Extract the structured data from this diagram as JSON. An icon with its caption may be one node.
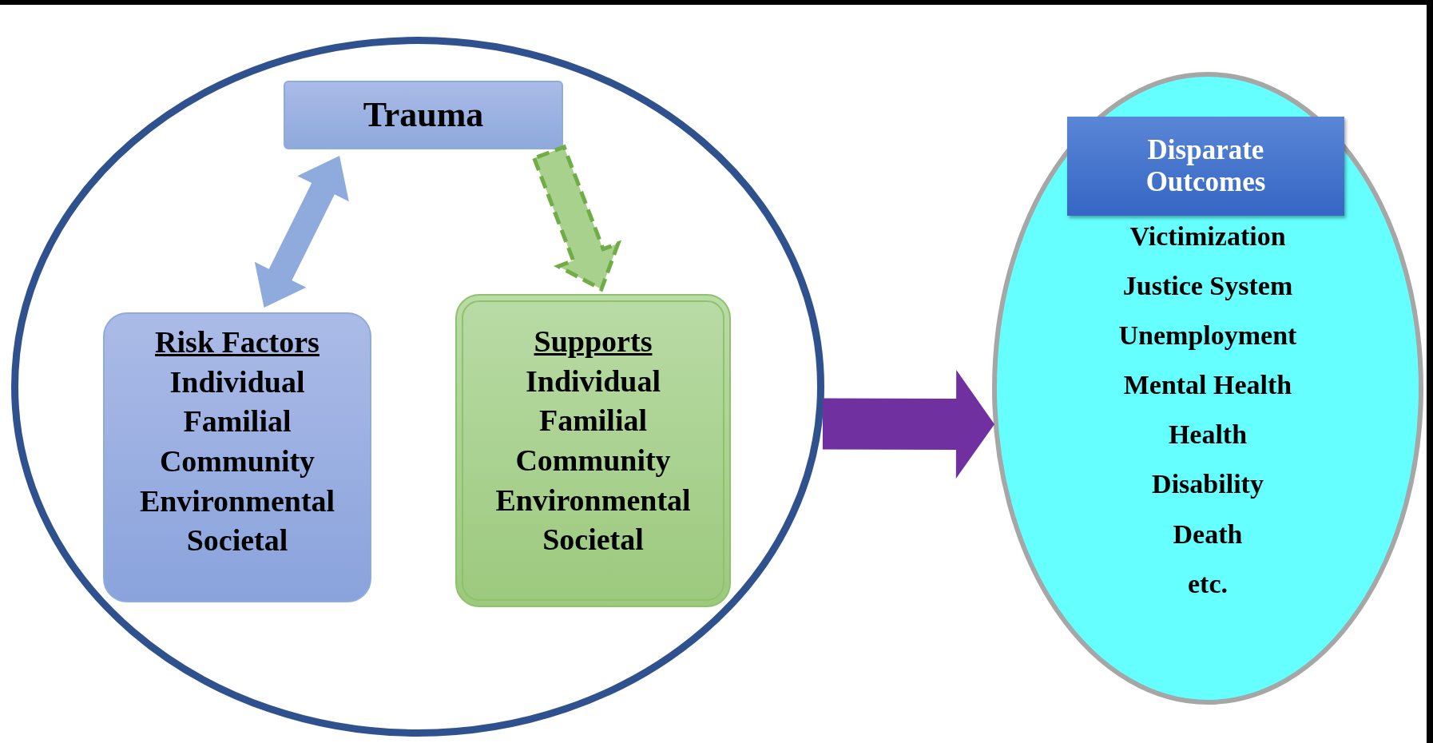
{
  "diagram": {
    "nodes": [
      {
        "text": [],
        "shape": "circle"
      },
      {
        "text": [
          "Trauma"
        ],
        "in": 0
      },
      {
        "text": [
          "Risk Factors",
          "Individual",
          "Familial",
          "Community",
          "Environmental",
          "Societal"
        ],
        "in": 0
      },
      {
        "text": [
          "Supports",
          "Individual",
          "Familial",
          "Community",
          "Environmental",
          "Societal"
        ],
        "in": 0
      },
      {
        "text": [
          "Victimization",
          "Justice System",
          "Unemployment",
          "Mental Health",
          "Health",
          "Disability",
          "Death",
          "etc."
        ]
      },
      {
        "text": [
          "Disparate Outcomes"
        ],
        "in": 4
      }
    ],
    "edges": [
      {
        "from": 2,
        "to": 1,
        "arrow": "both",
        "color": "#8faadc"
      },
      {
        "from": 1,
        "to": 3,
        "arrow": "to",
        "style": "dashed",
        "color": "#70ad47"
      },
      {
        "from": 0,
        "to": 4,
        "arrow": "to",
        "color": "#7030a0"
      }
    ]
  }
}
